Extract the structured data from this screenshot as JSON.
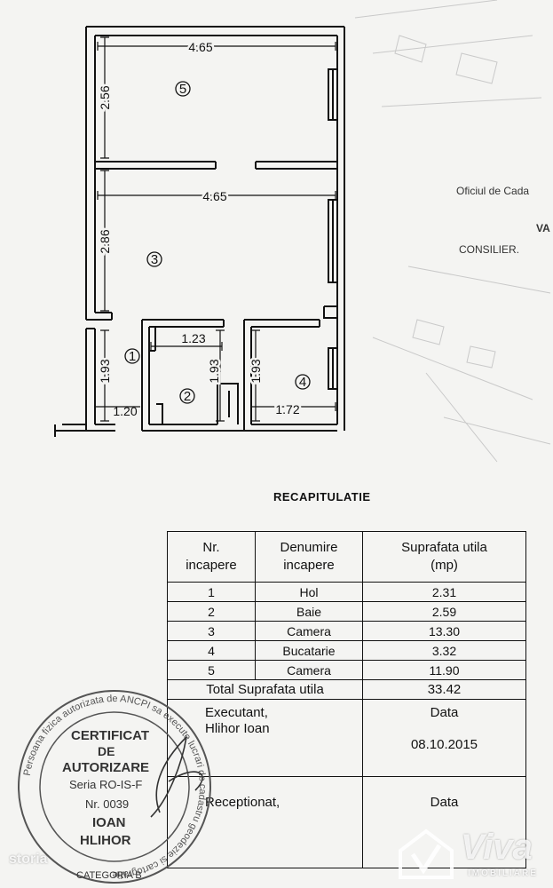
{
  "floor_plan": {
    "dimensions": {
      "top_width": "4.65",
      "top_height": "2.56",
      "middle_width": "4.65",
      "middle_height": "2.86",
      "hall_height": "1.93",
      "hall_width": "1.20",
      "bath_width": "1.23",
      "bath_height": "1.93",
      "kitchen_height": "1.93",
      "kitchen_width": "1.72"
    },
    "room_numbers": [
      "1",
      "2",
      "3",
      "4",
      "5"
    ]
  },
  "office_stamp": {
    "line1": "Oficiul de Cada",
    "line2": "VA",
    "line3": "CONSILIER."
  },
  "recap": {
    "title": "RECAPITULATIE",
    "headers": {
      "nr": [
        "Nr.",
        "incapere"
      ],
      "name": [
        "Denumire",
        "incapere"
      ],
      "area": [
        "Suprafata utila",
        "(mp)"
      ]
    },
    "rows": [
      {
        "nr": "1",
        "name": "Hol",
        "area": "2.31"
      },
      {
        "nr": "2",
        "name": "Baie",
        "area": "2.59"
      },
      {
        "nr": "3",
        "name": "Camera",
        "area": "13.30"
      },
      {
        "nr": "4",
        "name": "Bucatarie",
        "area": "3.32"
      },
      {
        "nr": "5",
        "name": "Camera",
        "area": "11.90"
      }
    ],
    "total_label": "Total Suprafata utila",
    "total_value": "33.42",
    "executant_label": "Executant,",
    "executant_name": "Hlihor Ioan",
    "date_label": "Data",
    "date_value": "08.10.2015",
    "received_label": "Receptionat,",
    "received_date_label": "Data"
  },
  "certificate_stamp": {
    "line1": "CERTIFICAT",
    "line2": "DE",
    "line3": "AUTORIZARE",
    "line4": "Seria RO-IS-F",
    "line5": "Nr. 0039",
    "line6": "IOAN",
    "line7": "HLIHOR",
    "ring_text": "Persoana fizica autorizata de ANCPI sa execute lucrari de cadastru geodezie si cartografie",
    "category": "CATEGORIA B"
  },
  "watermarks": {
    "left": "storia",
    "right_brand": "Viva",
    "right_sub": "IMOBILIARE"
  }
}
